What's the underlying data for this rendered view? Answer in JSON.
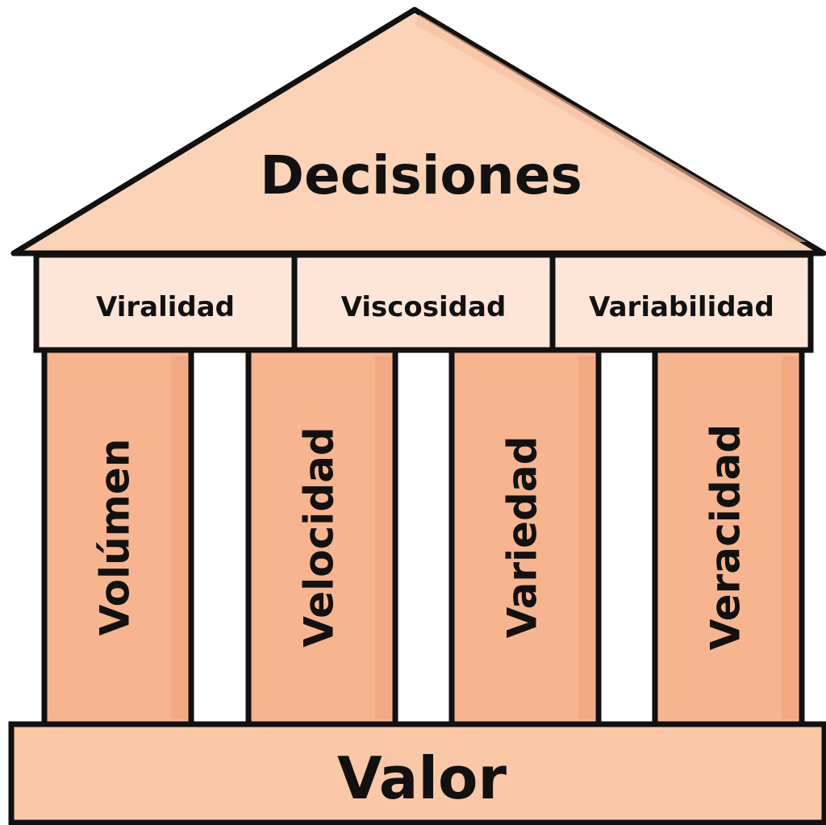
{
  "roof": {
    "label": "Decisiones"
  },
  "frieze": {
    "items": [
      {
        "label": "Viralidad"
      },
      {
        "label": "Viscosidad"
      },
      {
        "label": "Variabilidad"
      }
    ]
  },
  "pillars": [
    {
      "label": "Volúmen"
    },
    {
      "label": "Velocidad"
    },
    {
      "label": "Variedad"
    },
    {
      "label": "Veracidad"
    }
  ],
  "base": {
    "label": "Valor"
  },
  "colors": {
    "roof_fill": "#FCD3B6",
    "frieze_fill": "#FDE6D8",
    "pillar_fill": "#F7B58F",
    "base_fill": "#FAC8A7",
    "outline": "#111111",
    "text": "#111111"
  }
}
